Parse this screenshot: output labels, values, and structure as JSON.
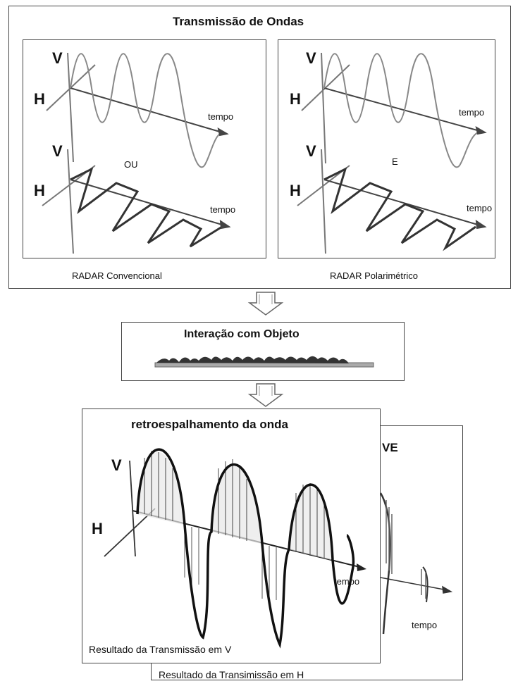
{
  "transmission": {
    "title": "Transmissão de Ondas",
    "conventional": {
      "axis_v": "V",
      "axis_h": "H",
      "time_label_top": "tempo",
      "time_label_bottom": "tempo",
      "connector": "OU",
      "caption": "RADAR Convencional"
    },
    "polarimetric": {
      "axis_v": "V",
      "axis_h": "H",
      "time_label_top": "tempo",
      "time_label_bottom": "tempo",
      "connector": "E",
      "caption": "RADAR Polarimétrico"
    }
  },
  "interaction": {
    "title": "Interação com Objeto"
  },
  "backscatter": {
    "title": "retroespalhamento da onda",
    "axis_v": "V",
    "axis_h": "H",
    "time_label": "tempo",
    "caption": "Resultado da Transmissão em V",
    "back_panel": {
      "title": "VE",
      "time_label": "tempo",
      "caption": "Resultado da Transimissão em H"
    }
  }
}
